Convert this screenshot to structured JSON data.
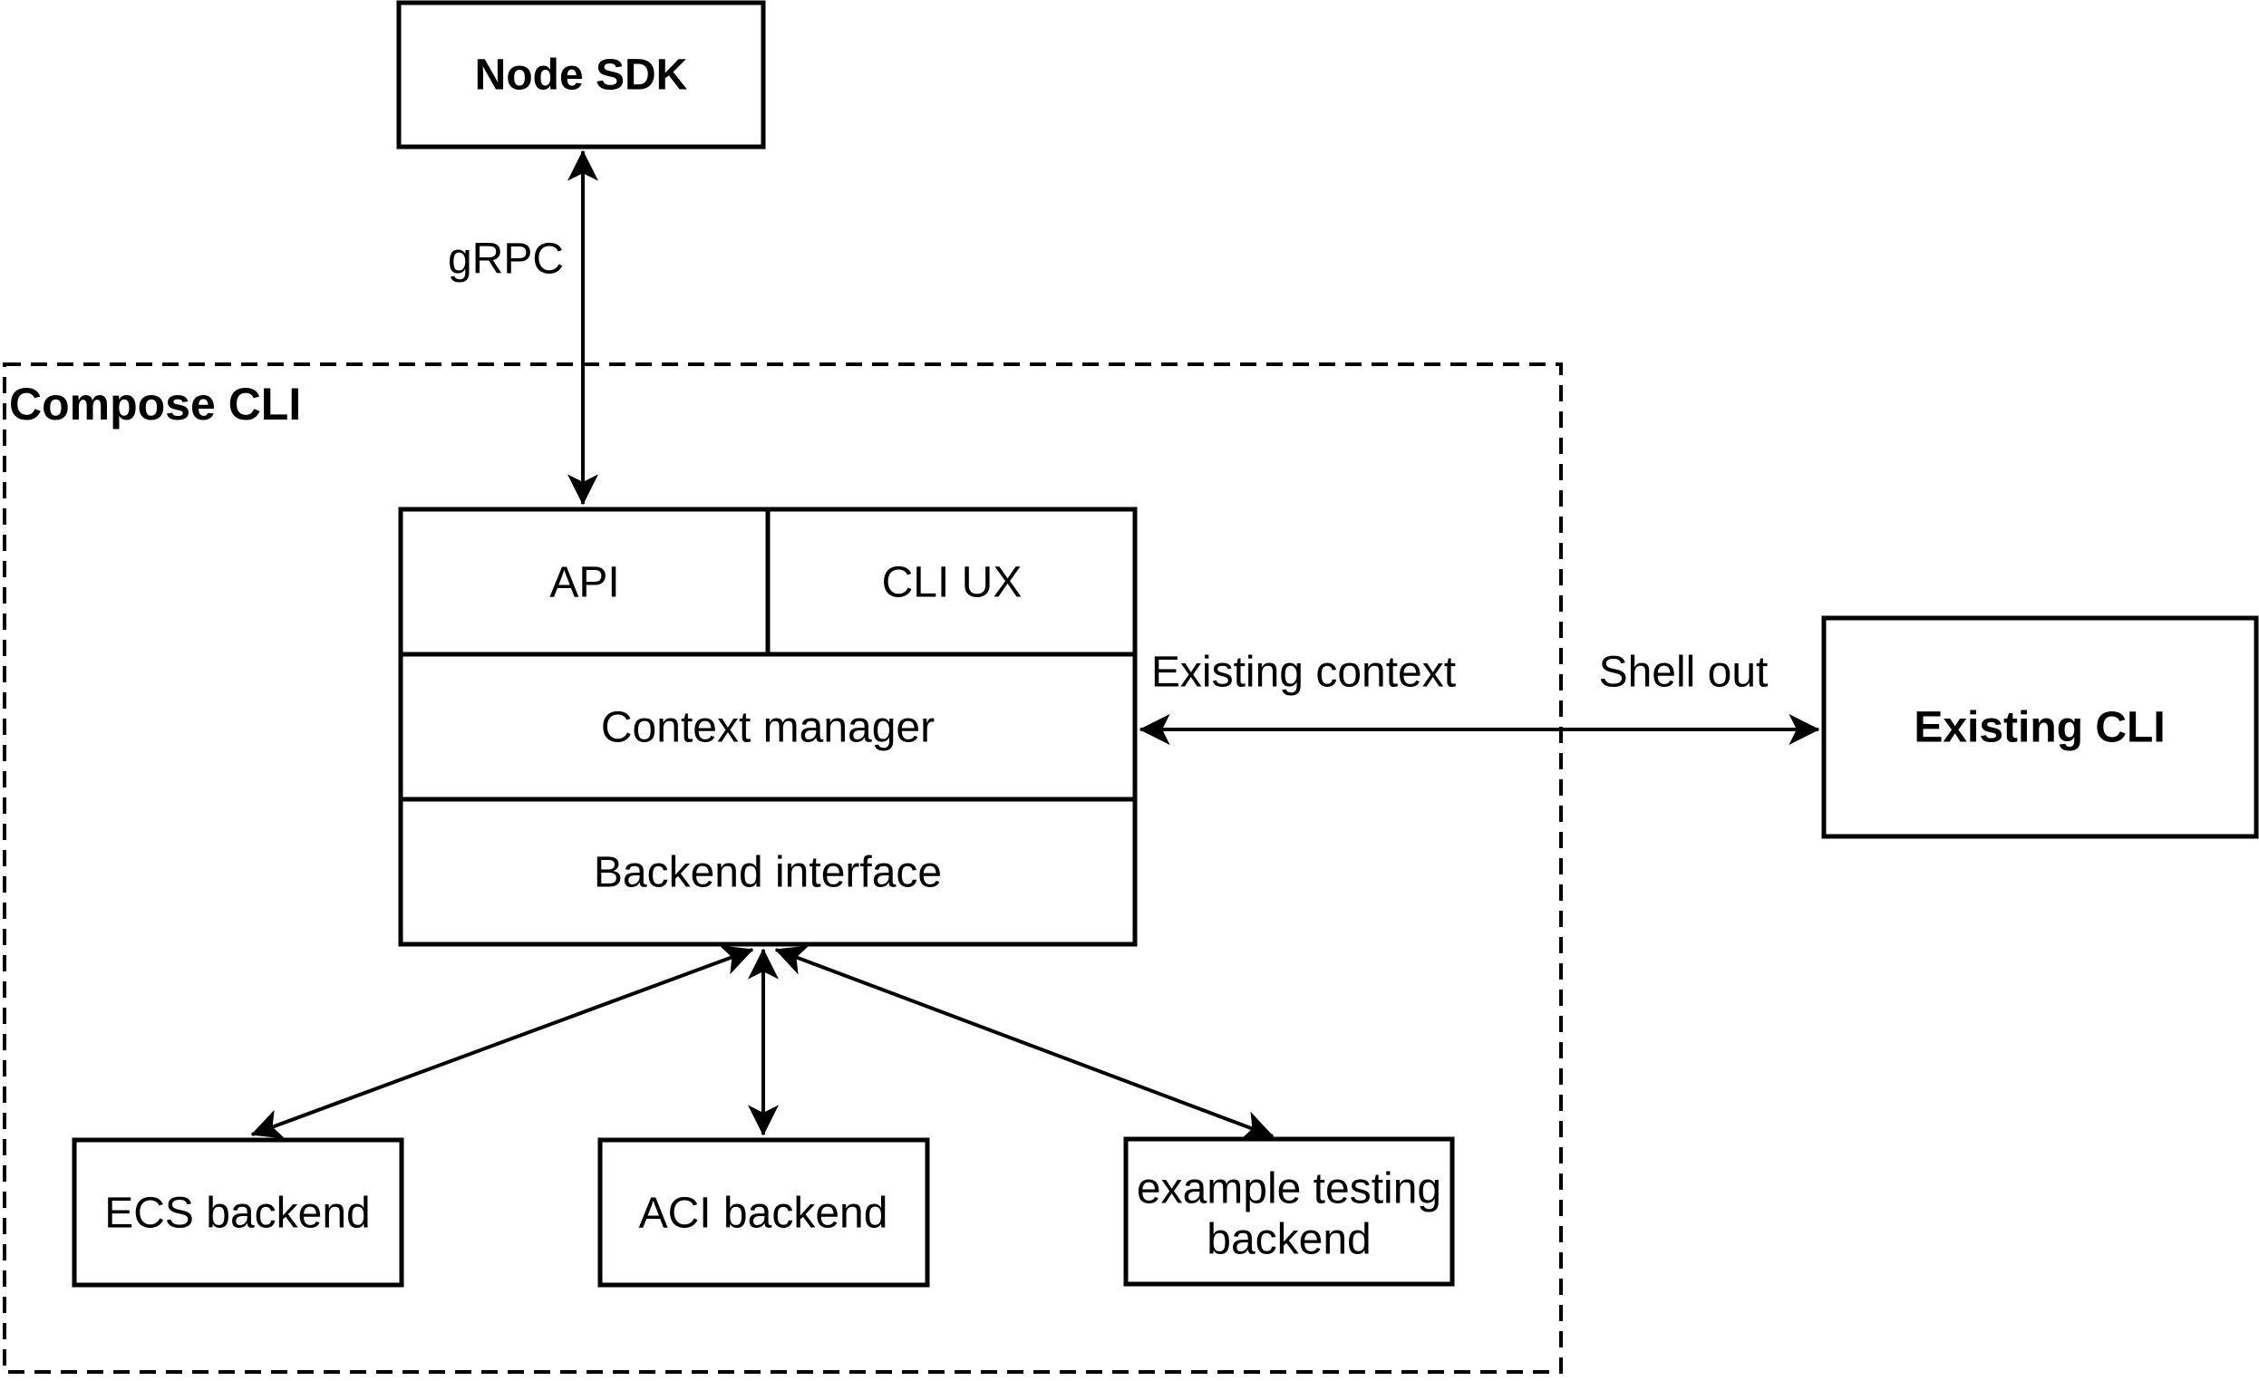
{
  "colors": {
    "background": "#ffffff",
    "stroke": "#000000",
    "text": "#000000"
  },
  "nodes": {
    "node_sdk": {
      "label": "Node SDK"
    },
    "compose_cli_container": {
      "label": "Compose CLI"
    },
    "api": {
      "label": "API"
    },
    "cli_ux": {
      "label": "CLI UX"
    },
    "context_manager": {
      "label": "Context manager"
    },
    "backend_interface": {
      "label": "Backend interface"
    },
    "existing_cli": {
      "label": "Existing CLI"
    },
    "ecs_backend": {
      "label": "ECS backend"
    },
    "aci_backend": {
      "label": "ACI backend"
    },
    "example_testing_backend": {
      "label_line1": "example testing",
      "label_line2": "backend"
    }
  },
  "edges": {
    "grpc": {
      "label": "gRPC"
    },
    "existing_context": {
      "label": "Existing context"
    },
    "shell_out": {
      "label": "Shell out"
    }
  }
}
